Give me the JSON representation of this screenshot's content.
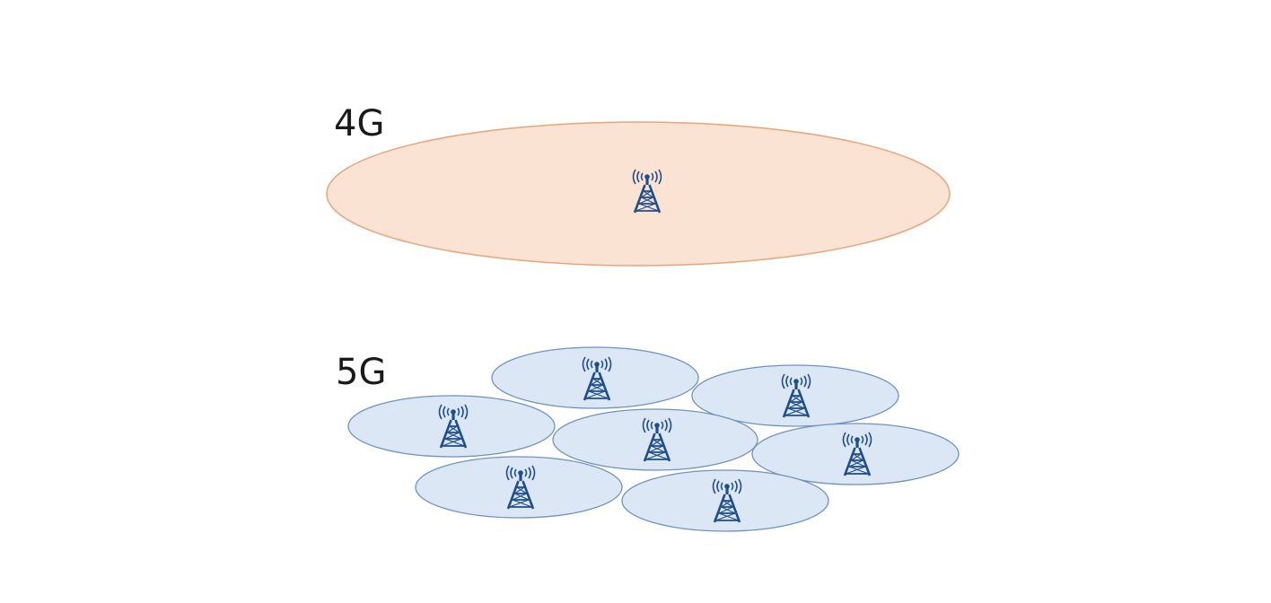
{
  "labels": {
    "g4": "4G",
    "g5": "5G"
  },
  "icons": {
    "tower": "cell-tower-icon"
  },
  "colors": {
    "cell_4g_fill": "#fbe3d3",
    "cell_4g_stroke": "#e8a47a",
    "cell_5g_fill": "#dbe7f4",
    "cell_5g_stroke": "#6f93bf",
    "tower": "#1f4e8c",
    "text": "#1a1a1a"
  },
  "cells_5g_count": 7
}
